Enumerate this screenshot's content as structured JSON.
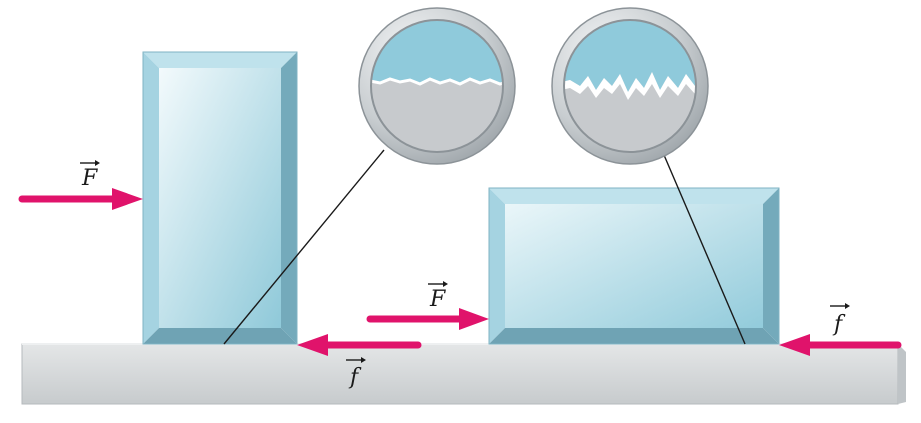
{
  "colors": {
    "block_face": "#a9d6e3",
    "block_bevel_light": "#d8eef4",
    "block_bevel_dark": "#6fa6b8",
    "surface_top": "#dcdfe1",
    "surface_front": "#cfd3d6",
    "arrow": "#e0136b",
    "lens_ring": "#b9bec2",
    "lens_sky": "#8fcadb",
    "lens_ground": "#c6c9cc",
    "leader_line": "#1a1a1a"
  },
  "labels": {
    "force_left": "F",
    "friction_left": "f",
    "force_right": "F",
    "friction_right": "f"
  }
}
